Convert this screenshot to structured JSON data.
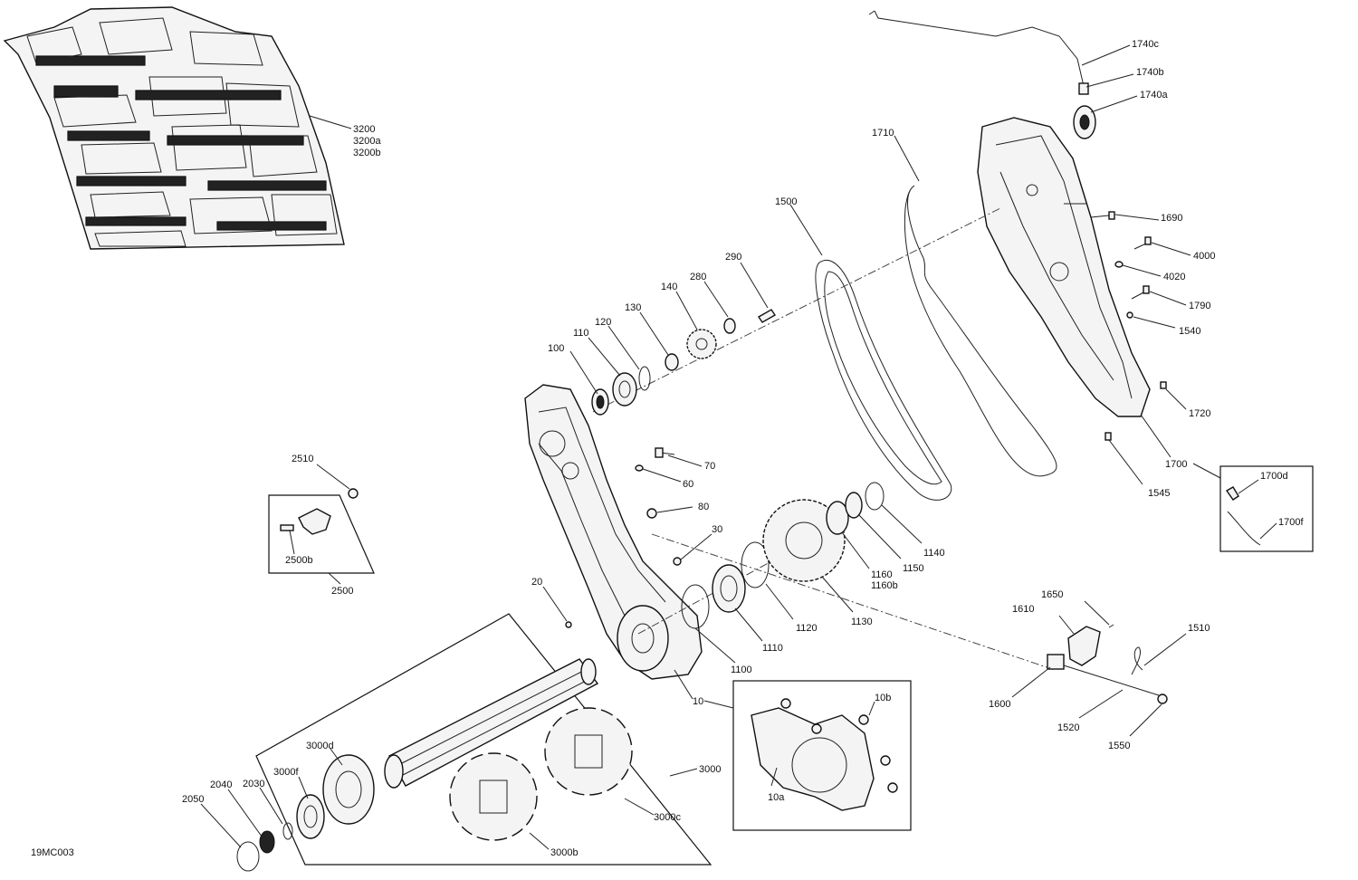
{
  "diagram": {
    "code": "19MC003",
    "callouts": {
      "p3200": "3200",
      "p3200a": "3200a",
      "p3200b": "3200b",
      "p1740c": "1740c",
      "p1740b": "1740b",
      "p1740a": "1740a",
      "p1710": "1710",
      "p1500": "1500",
      "p290": "290",
      "p280": "280",
      "p140": "140",
      "p130": "130",
      "p120": "120",
      "p110": "110",
      "p100": "100",
      "p1690": "1690",
      "p4000": "4000",
      "p4020": "4020",
      "p1790": "1790",
      "p1540": "1540",
      "p1720": "1720",
      "p1700": "1700",
      "p1545": "1545",
      "p1700d": "1700d",
      "p1700f": "1700f",
      "p70": "70",
      "p60": "60",
      "p80": "80",
      "p30": "30",
      "p20": "20",
      "p2510": "2510",
      "p2500b": "2500b",
      "p2500": "2500",
      "p1140": "1140",
      "p1150": "1150",
      "p1160": "1160",
      "p1160b": "1160b",
      "p1130": "1130",
      "p1120": "1120",
      "p1110": "1110",
      "p1100": "1100",
      "p10": "10",
      "p10a": "10a",
      "p10b": "10b",
      "p1650": "1650",
      "p1610": "1610",
      "p1510": "1510",
      "p1600": "1600",
      "p1520": "1520",
      "p1550": "1550",
      "p3000": "3000",
      "p3000d": "3000d",
      "p3000f": "3000f",
      "p3000c": "3000c",
      "p3000b": "3000b",
      "p2040": "2040",
      "p2030": "2030",
      "p2050": "2050"
    }
  }
}
